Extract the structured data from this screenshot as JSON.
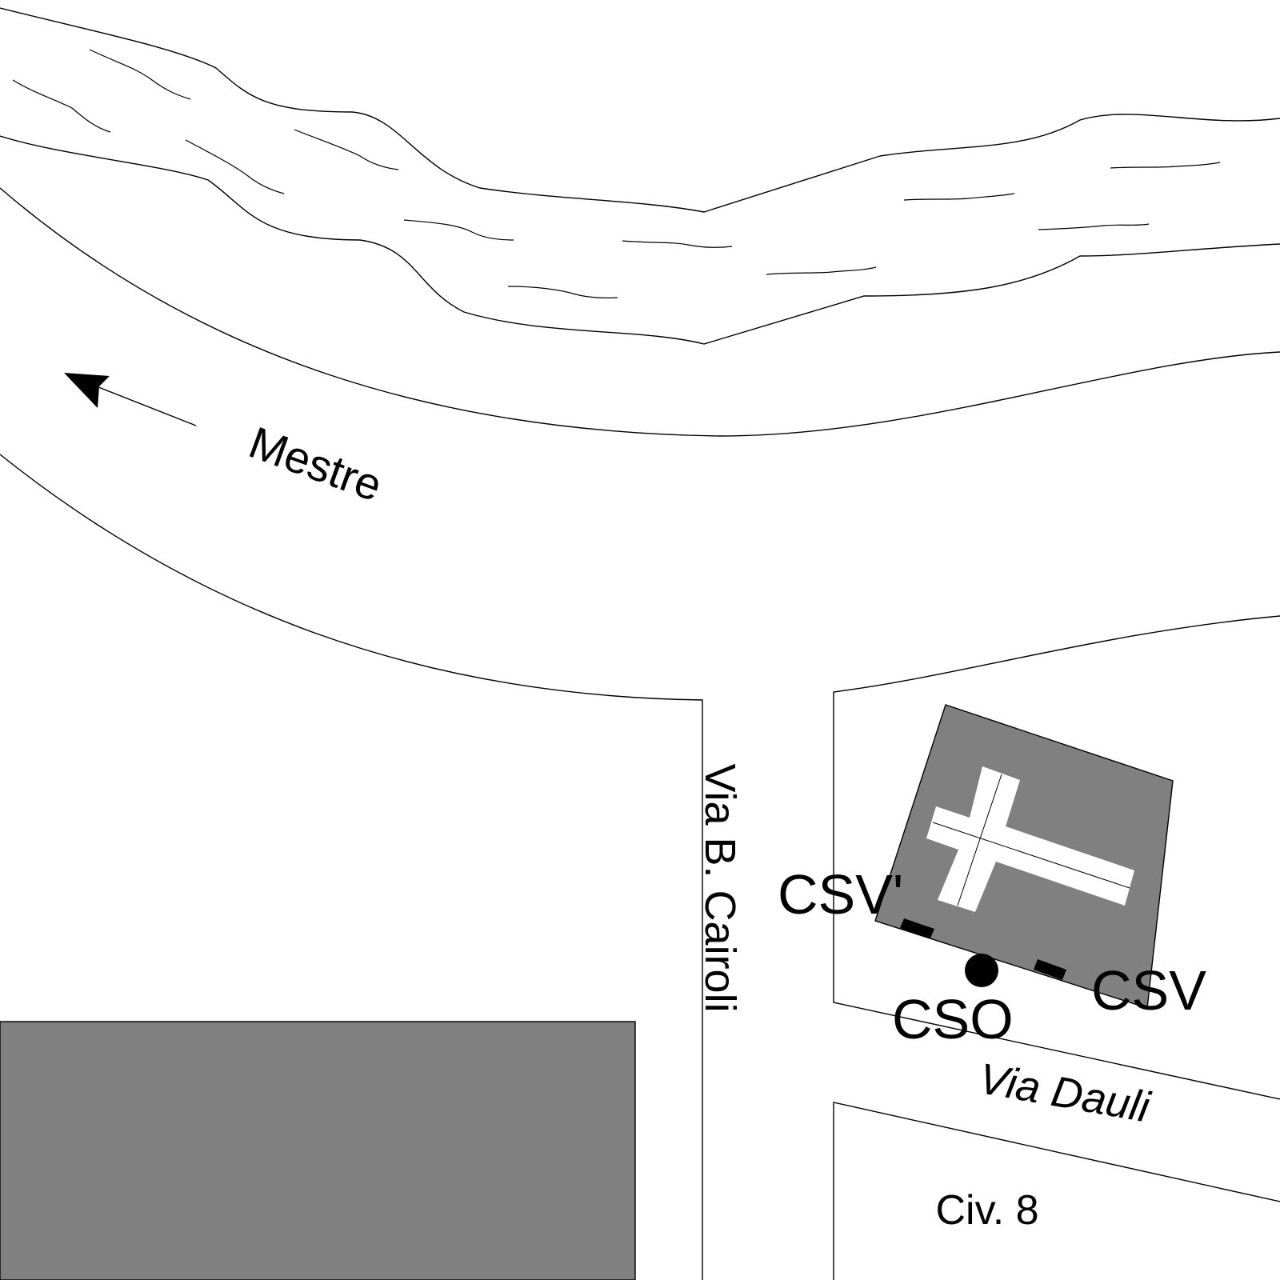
{
  "labels": {
    "direction": "Mestre",
    "street_vertical": "Via B. Cairoli",
    "street_diagonal": "Via Dauli",
    "civic": "Civ. 8",
    "csv_prime": "CSV'",
    "csv": "CSV",
    "cso": "CSO"
  },
  "icons": {
    "church": "cross-icon",
    "direction": "arrow-left-icon",
    "point": "dot-marker"
  },
  "colors": {
    "building_fill": "#808080",
    "line": "#000000",
    "background": "#ffffff"
  }
}
